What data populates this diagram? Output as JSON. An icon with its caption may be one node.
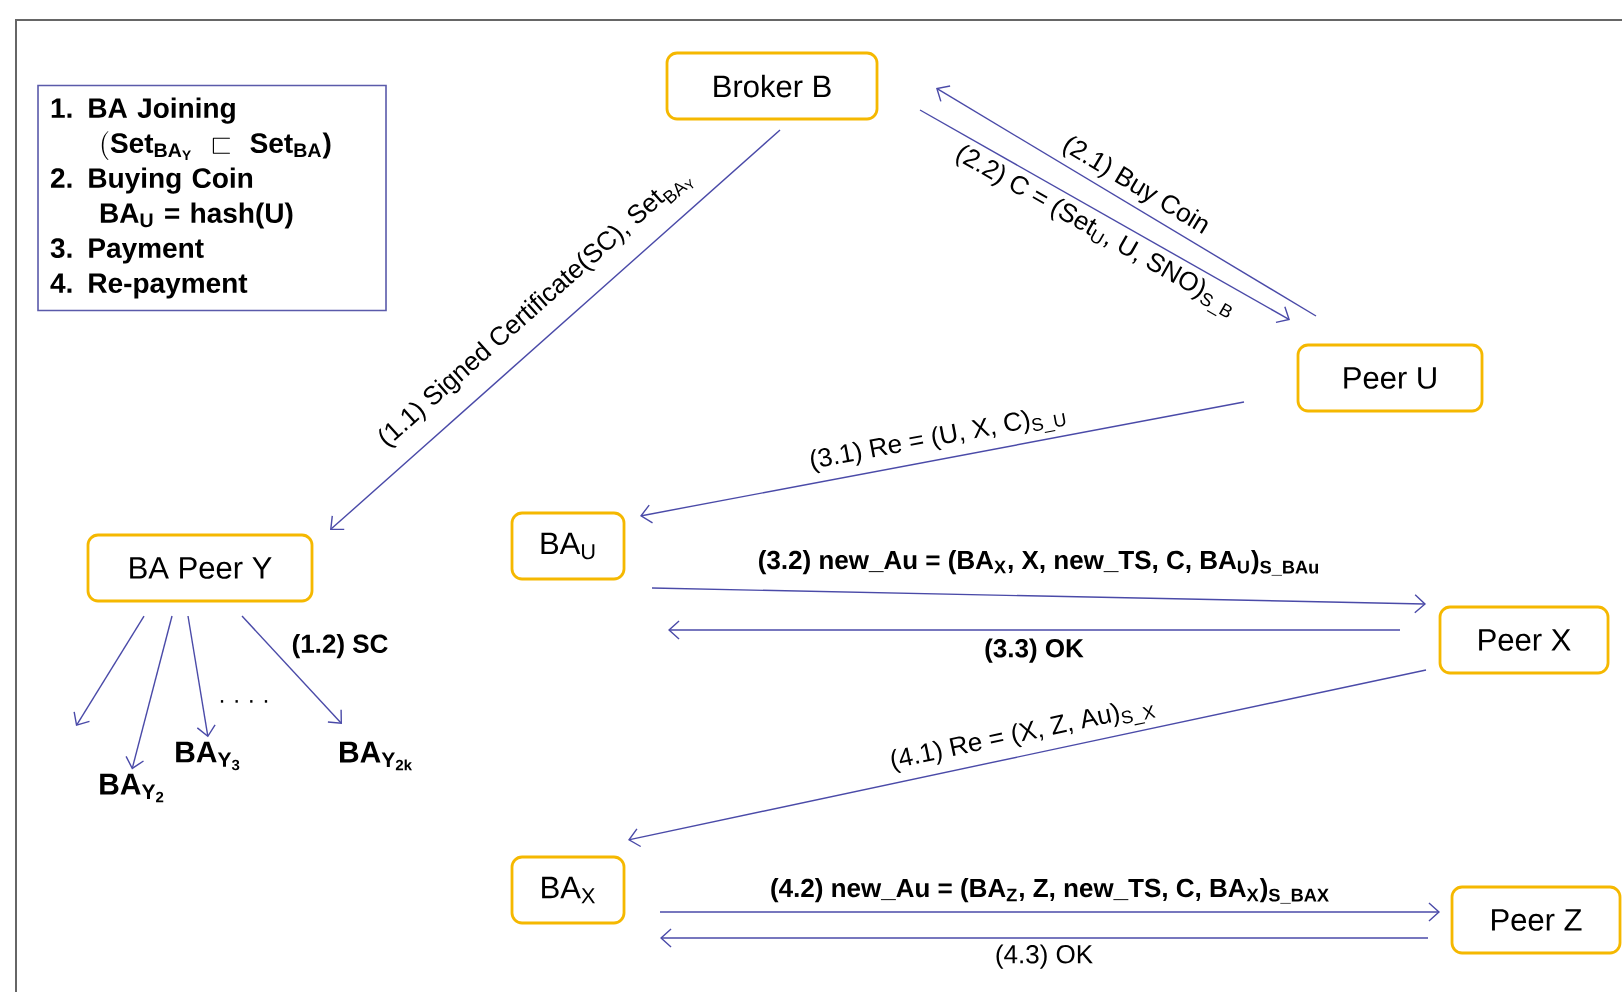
{
  "diagram": {
    "nodes": [
      {
        "text": [
          "1. BA Joining",
          "(\\textbf{Set}_{\\textbf{BA}_{\\textbf{Y}}}\\ \\sqsubset\\ \\textbf{Set}_{\\textbf{BA}}\\textbf{)}",
          "2. Buying Coin",
          "BA$_{U}$ = hash(U)",
          "3. Payment",
          "4. Re-payment"
        ]
      },
      {
        "text": [
          "Broker B"
        ]
      },
      {
        "text": [
          "Peer U"
        ]
      },
      {
        "text": [
          "BA Peer Y"
        ]
      },
      {
        "text": [
          "BA$_{U}$"
        ]
      },
      {
        "text": [
          "Peer X"
        ]
      },
      {
        "text": [
          "BA$_{X}$"
        ]
      },
      {
        "text": [
          "Peer Z"
        ]
      },
      {
        "text": [
          "\\textbf{BA}_{\\textbf{Y}_{\\textbf{2}}}"
        ]
      },
      {
        "text": [
          "\\textbf{BA}_{\\textbf{Y}_{\\textbf{3}}}"
        ]
      },
      {
        "text": [
          "\\textbf{BA}_{\\textbf{Y}_{\\textbf{2k}}}"
        ]
      }
    ],
    "edges": [
      {
        "from": 1,
        "to": 3,
        "arrow": "to",
        "label": "\\text{(1.1) Signed Certificate(SC), Set}_{\\text{BA}_{\\text{Y}}}"
      },
      {
        "from": 2,
        "to": 1,
        "arrow": "to",
        "label": "(2.1) Buy Coin"
      },
      {
        "from": 1,
        "to": 2,
        "arrow": "to",
        "label": "(2.2) C = (Set$_{U}$, U, SNO)$_{S_B}$"
      },
      {
        "from": 2,
        "to": 4,
        "arrow": "to",
        "label": "(3.1) Re = (U, X, C)$_{S_U}$"
      },
      {
        "from": 4,
        "to": 5,
        "arrow": "to",
        "label": "(3.2) new_Au = (BA$_{X}$, X, new_TS, C, BA$_{U}$)$_{S_BAu}$"
      },
      {
        "from": 5,
        "to": 4,
        "arrow": "to",
        "label": "(3.3) OK"
      },
      {
        "from": 5,
        "to": 6,
        "arrow": "to",
        "label": "(4.1) Re = (X, Z, Au)$_{S_X}$"
      },
      {
        "from": 6,
        "to": 7,
        "arrow": "to",
        "label": "(4.2) new_Au = (BA$_{Z}$, Z, new_TS, C, BA$_{X}$)$_{S_BAX}$"
      },
      {
        "from": 7,
        "to": 6,
        "arrow": "to",
        "label": "(4.3) OK"
      },
      {
        "from": 3,
        "to": null,
        "arrow": "to"
      },
      {
        "from": 3,
        "to": 8,
        "arrow": "to"
      },
      {
        "from": 3,
        "to": 9,
        "arrow": "to"
      },
      {
        "from": 3,
        "to": 10,
        "arrow": "to",
        "label": "(1.2) SC"
      }
    ],
    "labels": [
      "· · · ·"
    ]
  }
}
